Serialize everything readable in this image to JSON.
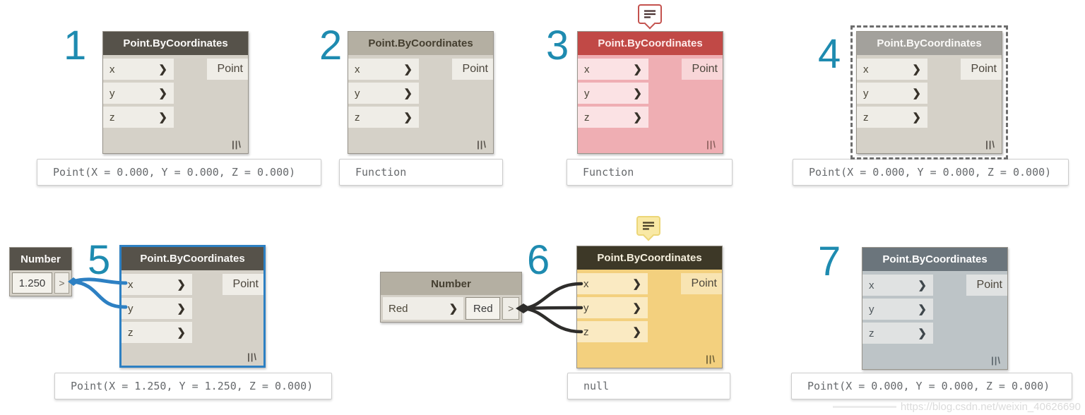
{
  "icons": {
    "chevron_right": "❯",
    "port_out": ">",
    "lacing": "||\\",
    "comment_bubble": "text-lines"
  },
  "watermark": {
    "text": "https://blog.csdn.net/weixin_40626690"
  },
  "nodes": [
    {
      "number": "1",
      "state": "active",
      "title": "Point.ByCoordinates",
      "inputs": [
        "x",
        "y",
        "z"
      ],
      "output": "Point",
      "preview": "Point(X = 0.000, Y = 0.000, Z = 0.000)"
    },
    {
      "number": "2",
      "state": "inactive",
      "title": "Point.ByCoordinates",
      "inputs": [
        "x",
        "y",
        "z"
      ],
      "output": "Point",
      "preview": "Function"
    },
    {
      "number": "3",
      "state": "error",
      "title": "Point.ByCoordinates",
      "inputs": [
        "x",
        "y",
        "z"
      ],
      "output": "Point",
      "preview": "Function",
      "bubble": "comment"
    },
    {
      "number": "4",
      "state": "selected-dashed",
      "title": "Point.ByCoordinates",
      "inputs": [
        "x",
        "y",
        "z"
      ],
      "output": "Point",
      "preview": "Point(X = 0.000, Y = 0.000, Z = 0.000)"
    },
    {
      "number": "5",
      "state": "selected",
      "title": "Point.ByCoordinates",
      "inputs": [
        "x",
        "y",
        "z"
      ],
      "output": "Point",
      "preview": "Point(X = 1.250, Y = 1.250, Z = 0.000)"
    },
    {
      "number": "6",
      "state": "warning",
      "title": "Point.ByCoordinates",
      "inputs": [
        "x",
        "y",
        "z"
      ],
      "output": "Point",
      "preview": "null",
      "bubble": "comment"
    },
    {
      "number": "7",
      "state": "frozen",
      "title": "Point.ByCoordinates",
      "inputs": [
        "x",
        "y",
        "z"
      ],
      "output": "Point",
      "preview": "Point(X = 0.000, Y = 0.000, Z = 0.000)"
    }
  ],
  "number_nodes": [
    {
      "title": "Number",
      "value": "1.250",
      "port": ">"
    },
    {
      "title": "Number",
      "input": "Red",
      "value": "Red",
      "port": ">"
    }
  ],
  "colors": {
    "canvas_bg": "#ffffff",
    "accent_number": "#1e8bb0",
    "header_active": "#56524a",
    "header_inactive": "#b4afa2",
    "header_error": "#c14946",
    "header_gray": "#a3a19c",
    "header_warning": "#3d3827",
    "header_frozen": "#6b757c",
    "title_light": "#faf9f7",
    "title_dark": "#453f30",
    "body_warm": "#d5d1c8",
    "row_warm": "#efede7",
    "body_error": "#efaeb3",
    "row_error": "#fbe2e4",
    "strip_error": "#f8d6d8",
    "body_warning": "#f3d07e",
    "row_warning": "#faeac2",
    "strip_warning": "#f8e4b2",
    "body_frozen": "#bdc4c7",
    "row_frozen": "#e0e2e2",
    "port_text": "#4c4739",
    "value_text": "#3a3a3a",
    "wire_blue": "#2d80c3",
    "wire_dark": "#2e2d2b",
    "selection_blue": "#2d80c3",
    "dash_border": "#6d6d6d",
    "node_border": "#98948b",
    "bubble_error_border": "#c4524e",
    "bubble_error_bg": "#ffffff",
    "bubble_error_lines": "#4b3434",
    "bubble_warning_border": "#ecd678",
    "bubble_warning_bg": "#f9e9a5",
    "bubble_warning_lines": "#4a4128",
    "preview_text": "#66696c",
    "preview_border": "#cccccc",
    "watermark_text": "#dbdbdb"
  }
}
